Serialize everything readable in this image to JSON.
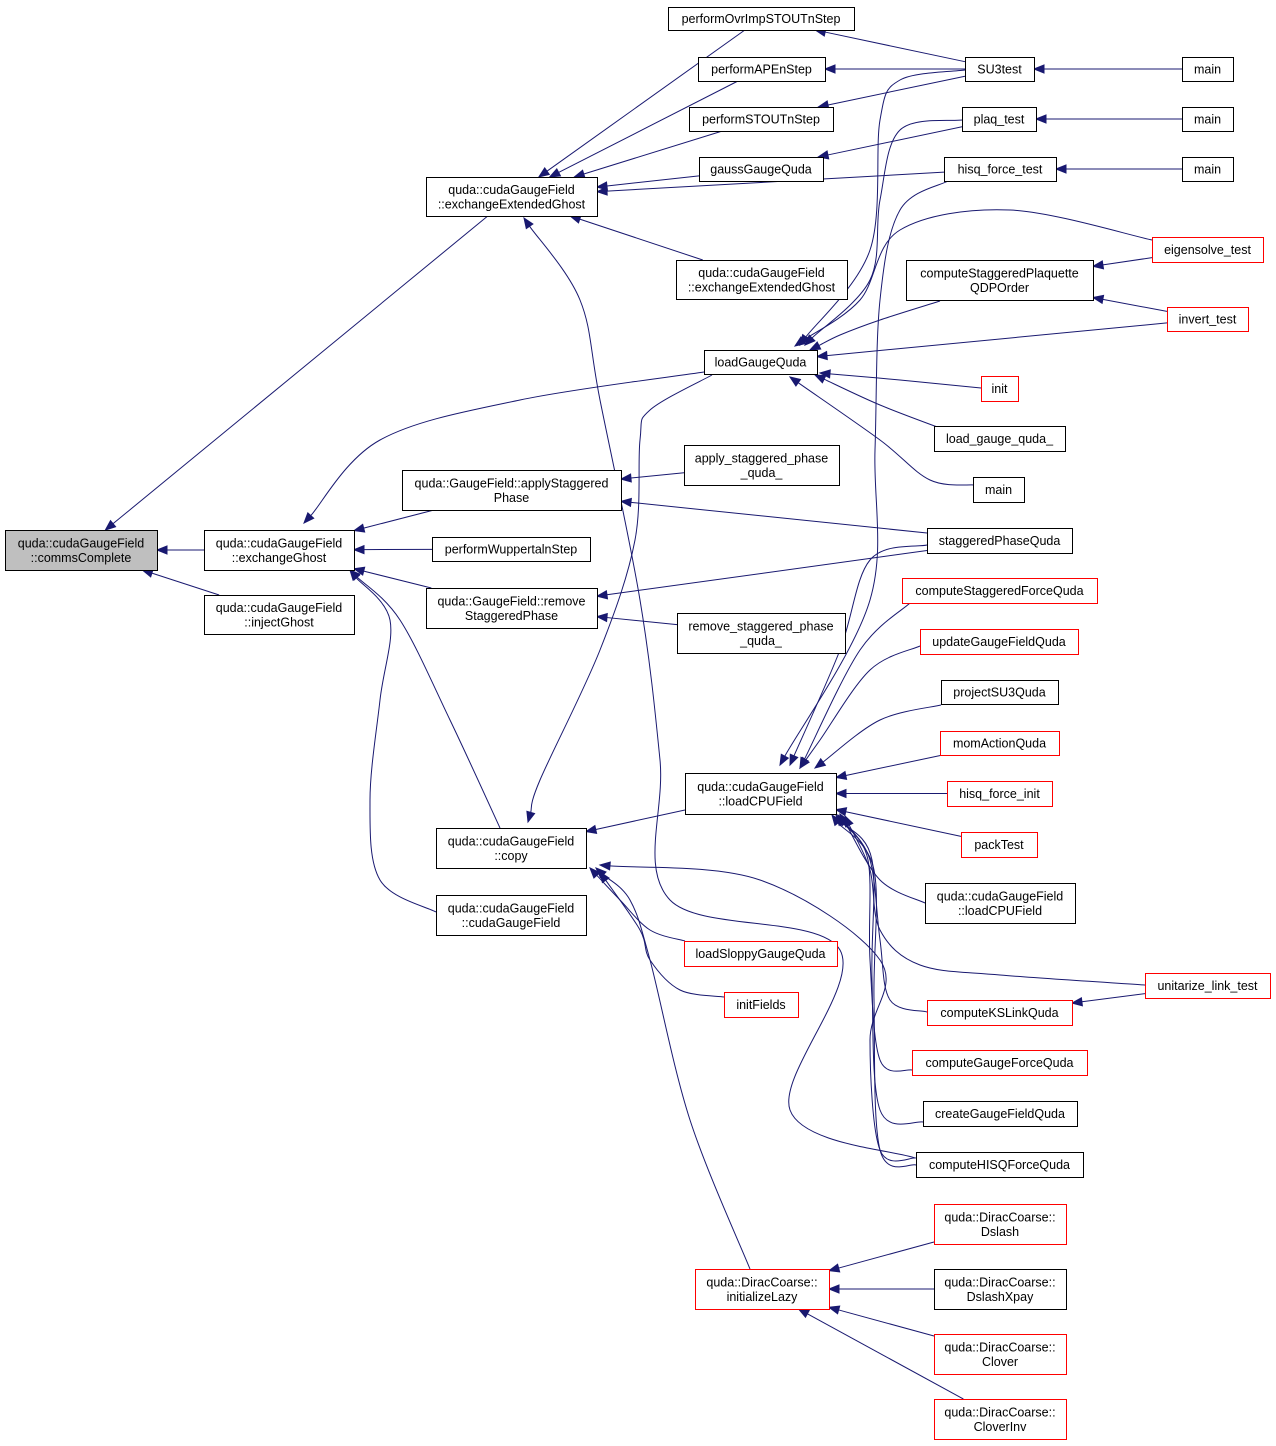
{
  "nodes": {
    "root": {
      "lines": [
        "quda::cudaGaugeField",
        "::commsComplete"
      ],
      "style": "root"
    },
    "exExtG": {
      "lines": [
        "quda::cudaGaugeField",
        "::exchangeExtendedGhost"
      ],
      "style": "black"
    },
    "exG": {
      "lines": [
        "quda::cudaGaugeField",
        "::exchangeGhost"
      ],
      "style": "black"
    },
    "injG": {
      "lines": [
        "quda::cudaGaugeField",
        "::injectGhost"
      ],
      "style": "black"
    },
    "pOIS": {
      "lines": [
        "performOvrImpSTOUTnStep"
      ],
      "style": "black"
    },
    "pAPE": {
      "lines": [
        "performAPEnStep"
      ],
      "style": "black"
    },
    "pSTOUT": {
      "lines": [
        "performSTOUTnStep"
      ],
      "style": "black"
    },
    "gauss": {
      "lines": [
        "gaussGaugeQuda"
      ],
      "style": "black"
    },
    "exExtG2": {
      "lines": [
        "quda::cudaGaugeField",
        "::exchangeExtendedGhost"
      ],
      "style": "black"
    },
    "su3": {
      "lines": [
        "SU3test"
      ],
      "style": "black"
    },
    "plaq": {
      "lines": [
        "plaq_test"
      ],
      "style": "black"
    },
    "hisqt": {
      "lines": [
        "hisq_force_test"
      ],
      "style": "black"
    },
    "main1": {
      "lines": [
        "main"
      ],
      "style": "black"
    },
    "main2": {
      "lines": [
        "main"
      ],
      "style": "black"
    },
    "main3": {
      "lines": [
        "main"
      ],
      "style": "black"
    },
    "eig": {
      "lines": [
        "eigensolve_test"
      ],
      "style": "red"
    },
    "cspq": {
      "lines": [
        "computeStaggeredPlaquette",
        "QDPOrder"
      ],
      "style": "black"
    },
    "inv": {
      "lines": [
        "invert_test"
      ],
      "style": "red"
    },
    "lgq": {
      "lines": [
        "loadGaugeQuda"
      ],
      "style": "black"
    },
    "init": {
      "lines": [
        "init"
      ],
      "style": "red"
    },
    "lgq_": {
      "lines": [
        "load_gauge_quda_"
      ],
      "style": "black"
    },
    "main4": {
      "lines": [
        "main"
      ],
      "style": "black"
    },
    "applyS": {
      "lines": [
        "quda::GaugeField::applyStaggered",
        "Phase"
      ],
      "style": "black"
    },
    "applysq": {
      "lines": [
        "apply_staggered_phase",
        "_quda_"
      ],
      "style": "black"
    },
    "pWup": {
      "lines": [
        "performWuppertalnStep"
      ],
      "style": "black"
    },
    "remS": {
      "lines": [
        "quda::GaugeField::remove",
        "StaggeredPhase"
      ],
      "style": "black"
    },
    "remsq": {
      "lines": [
        "remove_staggered_phase",
        "_quda_"
      ],
      "style": "black"
    },
    "spq": {
      "lines": [
        "staggeredPhaseQuda"
      ],
      "style": "black"
    },
    "csfq": {
      "lines": [
        "computeStaggeredForceQuda"
      ],
      "style": "red"
    },
    "ugfq": {
      "lines": [
        "updateGaugeFieldQuda"
      ],
      "style": "red"
    },
    "psu3": {
      "lines": [
        "projectSU3Quda"
      ],
      "style": "black"
    },
    "maq": {
      "lines": [
        "momActionQuda"
      ],
      "style": "red"
    },
    "hfi": {
      "lines": [
        "hisq_force_init"
      ],
      "style": "red"
    },
    "pack": {
      "lines": [
        "packTest"
      ],
      "style": "red"
    },
    "lcpu": {
      "lines": [
        "quda::cudaGaugeField",
        "::loadCPUField"
      ],
      "style": "black"
    },
    "lcpu2": {
      "lines": [
        "quda::cudaGaugeField",
        "::loadCPUField"
      ],
      "style": "black"
    },
    "copy": {
      "lines": [
        "quda::cudaGaugeField",
        "::copy"
      ],
      "style": "black"
    },
    "ctor": {
      "lines": [
        "quda::cudaGaugeField",
        "::cudaGaugeField"
      ],
      "style": "black"
    },
    "lsgq": {
      "lines": [
        "loadSloppyGaugeQuda"
      ],
      "style": "red"
    },
    "initF": {
      "lines": [
        "initFields"
      ],
      "style": "red"
    },
    "ult": {
      "lines": [
        "unitarize_link_test"
      ],
      "style": "red"
    },
    "cksl": {
      "lines": [
        "computeKSLinkQuda"
      ],
      "style": "red"
    },
    "cgfq": {
      "lines": [
        "computeGaugeForceQuda"
      ],
      "style": "red"
    },
    "crgf": {
      "lines": [
        "createGaugeFieldQuda"
      ],
      "style": "black"
    },
    "chisq": {
      "lines": [
        "computeHISQForceQuda"
      ],
      "style": "black"
    },
    "dcInit": {
      "lines": [
        "quda::DiracCoarse::",
        "initializeLazy"
      ],
      "style": "red"
    },
    "dcD": {
      "lines": [
        "quda::DiracCoarse::",
        "Dslash"
      ],
      "style": "red"
    },
    "dcDX": {
      "lines": [
        "quda::DiracCoarse::",
        "DslashXpay"
      ],
      "style": "black"
    },
    "dcC": {
      "lines": [
        "quda::DiracCoarse::",
        "Clover"
      ],
      "style": "red"
    },
    "dcCI": {
      "lines": [
        "quda::DiracCoarse::",
        "CloverInv"
      ],
      "style": "red"
    }
  },
  "edges": [
    [
      "exExtG",
      "root"
    ],
    [
      "exG",
      "root"
    ],
    [
      "injG",
      "root"
    ],
    [
      "pOIS",
      "exExtG"
    ],
    [
      "pAPE",
      "exExtG"
    ],
    [
      "pSTOUT",
      "exExtG"
    ],
    [
      "gauss",
      "exExtG"
    ],
    [
      "hisqt",
      "exExtG"
    ],
    [
      "exExtG2",
      "exExtG"
    ],
    [
      "chisq",
      "exExtG"
    ],
    [
      "su3",
      "pOIS"
    ],
    [
      "su3",
      "pAPE"
    ],
    [
      "su3",
      "pSTOUT"
    ],
    [
      "plaq",
      "gauss"
    ],
    [
      "main1",
      "su3"
    ],
    [
      "main2",
      "plaq"
    ],
    [
      "main3",
      "hisqt"
    ],
    [
      "lgq",
      "exG"
    ],
    [
      "applyS",
      "exG"
    ],
    [
      "pWup",
      "exG"
    ],
    [
      "remS",
      "exG"
    ],
    [
      "copy",
      "exG"
    ],
    [
      "ctor",
      "exG"
    ],
    [
      "su3",
      "lgq"
    ],
    [
      "plaq",
      "lgq"
    ],
    [
      "eig",
      "lgq"
    ],
    [
      "cspq",
      "lgq"
    ],
    [
      "inv",
      "lgq"
    ],
    [
      "init",
      "lgq"
    ],
    [
      "lgq_",
      "lgq"
    ],
    [
      "main4",
      "lgq"
    ],
    [
      "eig",
      "cspq"
    ],
    [
      "inv",
      "cspq"
    ],
    [
      "applysq",
      "applyS"
    ],
    [
      "spq",
      "applyS"
    ],
    [
      "spq",
      "remS"
    ],
    [
      "remsq",
      "remS"
    ],
    [
      "lcpu",
      "copy"
    ],
    [
      "lgq",
      "copy"
    ],
    [
      "lsgq",
      "copy"
    ],
    [
      "initF",
      "copy"
    ],
    [
      "dcInit",
      "copy"
    ],
    [
      "chisq",
      "copy"
    ],
    [
      "hisqt",
      "lcpu"
    ],
    [
      "spq",
      "lcpu"
    ],
    [
      "csfq",
      "lcpu"
    ],
    [
      "ugfq",
      "lcpu"
    ],
    [
      "psu3",
      "lcpu"
    ],
    [
      "maq",
      "lcpu"
    ],
    [
      "hfi",
      "lcpu"
    ],
    [
      "pack",
      "lcpu"
    ],
    [
      "lcpu2",
      "lcpu"
    ],
    [
      "ult",
      "lcpu"
    ],
    [
      "cksl",
      "lcpu"
    ],
    [
      "cgfq",
      "lcpu"
    ],
    [
      "crgf",
      "lcpu"
    ],
    [
      "chisq",
      "lcpu"
    ],
    [
      "ult",
      "cksl"
    ],
    [
      "dcD",
      "dcInit"
    ],
    [
      "dcDX",
      "dcInit"
    ],
    [
      "dcC",
      "dcInit"
    ],
    [
      "dcCI",
      "dcInit"
    ]
  ]
}
